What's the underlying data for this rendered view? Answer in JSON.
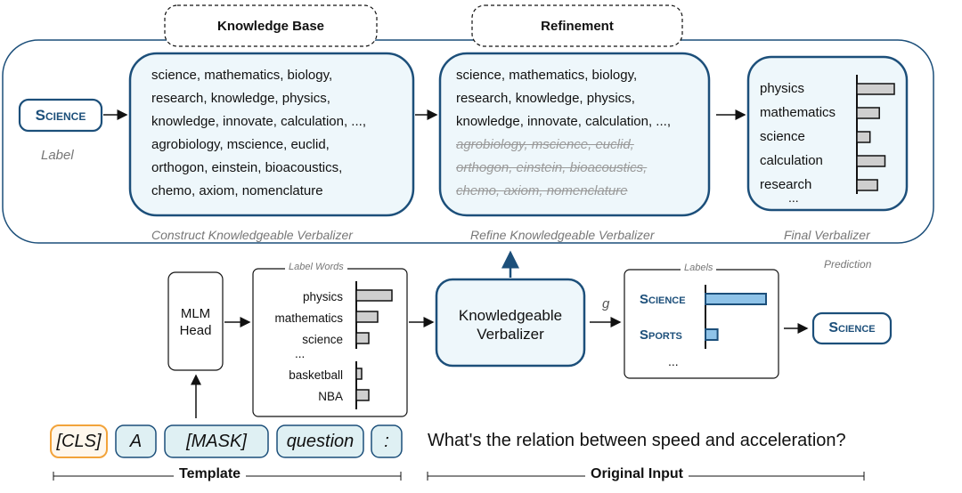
{
  "headers": {
    "knowledge_base": "Knowledge Base",
    "refinement": "Refinement"
  },
  "label_box": {
    "text": "Science",
    "caption": "Label"
  },
  "construct": {
    "lines": [
      "science, mathematics, biology,",
      "research, knowledge, physics,",
      "knowledge, innovate, calculation, ...,",
      "agrobiology, mscience,  euclid,",
      "orthogon, einstein, bioacoustics,",
      "chemo, axiom, nomenclature"
    ],
    "caption": "Construct Knowledgeable Verbalizer"
  },
  "refine": {
    "kept_lines": [
      "science, mathematics, biology,",
      "research, knowledge, physics,",
      "knowledge, innovate, calculation, ...,"
    ],
    "struck_lines": [
      "agrobiology, mscience,  euclid,",
      "orthogon, einstein, bioacoustics,",
      "chemo, axiom, nomenclature"
    ],
    "caption": "Refine Knowledgeable Verbalizer"
  },
  "final": {
    "words": [
      "physics",
      "mathematics",
      "science",
      "calculation",
      "research",
      "..."
    ],
    "bar_values": [
      1.0,
      0.6,
      0.35,
      0.75,
      0.55
    ],
    "caption": "Final Verbalizer"
  },
  "prediction_caption": "Prediction",
  "mlm_head": {
    "line1": "MLM",
    "line2": "Head"
  },
  "label_words": {
    "title": "Label Words",
    "words": [
      "physics",
      "mathematics",
      "science",
      "...",
      "basketball",
      "NBA"
    ],
    "bar_values": [
      1.0,
      0.6,
      0.35,
      null,
      0.15,
      0.35
    ]
  },
  "kv_box": {
    "line1": "Knowledgeable",
    "line2": "Verbalizer"
  },
  "g_label": "g",
  "labels_box": {
    "title": "Labels",
    "items": [
      "Science",
      "Sports",
      "..."
    ],
    "bar_values": [
      1.0,
      0.2
    ]
  },
  "prediction_box": {
    "text": "Science"
  },
  "tokens": [
    "[CLS]",
    "A",
    "[MASK]",
    "question",
    ":"
  ],
  "input_sentence": "What's the relation between speed and acceleration?",
  "bottom_labels": {
    "template": "Template",
    "original_input": "Original Input"
  },
  "colors": {
    "dark_blue": "#1c4f7a",
    "light_blue_fill": "#eef7fb",
    "teal_fill": "#dff0f3",
    "orange": "#f2a33a",
    "bar_gray": "#cfcfcf",
    "bar_blue": "#8fc3e8"
  }
}
